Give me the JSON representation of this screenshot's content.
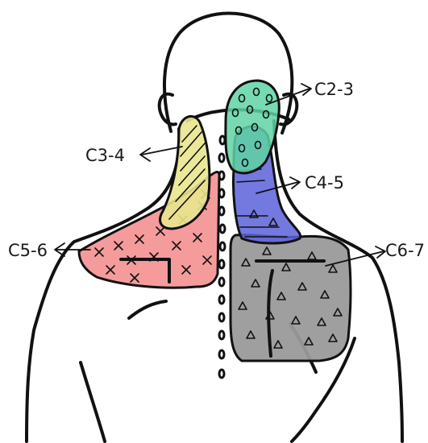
{
  "labels": {
    "c23": "C2-3",
    "c34": "C3-4",
    "c45": "C4-5",
    "c56": "C5-6",
    "c67": "C6-7"
  },
  "regions": [
    {
      "key": "c23",
      "color": "#5fd3a4",
      "pattern": "circles"
    },
    {
      "key": "c34",
      "color": "#e9e58e",
      "pattern": "diagonal-hatch"
    },
    {
      "key": "c45",
      "color": "#5b62d9",
      "pattern": "horizontal-lines"
    },
    {
      "key": "c56",
      "color": "#f3898a",
      "pattern": "cross-hatch"
    },
    {
      "key": "c67",
      "color": "#9a9a9a",
      "pattern": "triangles"
    }
  ]
}
